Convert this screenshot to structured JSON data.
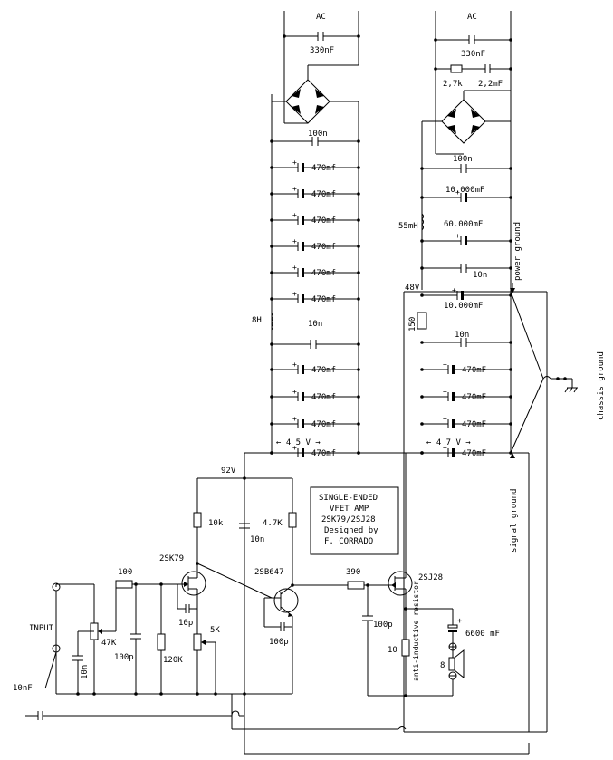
{
  "supply_left": {
    "ac_label": "AC",
    "x_cap": "330nF",
    "film_cap": "100n",
    "elco": "470mf",
    "choke": "8H",
    "mid_film": "10n",
    "out_voltage": "←  4 5 V  →"
  },
  "supply_right": {
    "ac_label": "AC",
    "x_cap": "330nF",
    "snub_r": "2,7k",
    "snub_c": "2,2mF",
    "film_cap": "100n",
    "big_cap1": "10.000mF",
    "choke": "55mH",
    "big_cap2": "60.000mF",
    "film2": "10n",
    "rail": "48V",
    "big_cap3": "10.000mF",
    "bleed": "150",
    "film3": "10n",
    "elco": "470mF",
    "out_voltage": "←  4 7 V  →"
  },
  "grounds": {
    "power": "power ground",
    "chassis": "chassis ground",
    "signal": "signal ground"
  },
  "amp": {
    "title_lines": [
      "SINGLE-ENDED",
      "VFET AMP",
      "2SK79/2SJ28",
      "Designed by",
      "F. CORRADO"
    ],
    "rail": "92V",
    "input": "INPUT",
    "in_cap": "10nF",
    "r_in": "100",
    "pot": "47K",
    "c_in1": "10n",
    "c_in2": "100p",
    "q1": "2SK79",
    "c_q1": "10p",
    "r_bias": "120K",
    "pot2": "5K",
    "r_d1": "10k",
    "c_mid": "10n",
    "r_c2": "4.7K",
    "q2": "2SB647",
    "c_q2": "100p",
    "r_gate": "390",
    "c_gate": "100p",
    "q3": "2SJ28",
    "r_out": "10",
    "r_out_note": "anti-inductive resistor",
    "c_out": "6600 mF",
    "spk": "8"
  }
}
